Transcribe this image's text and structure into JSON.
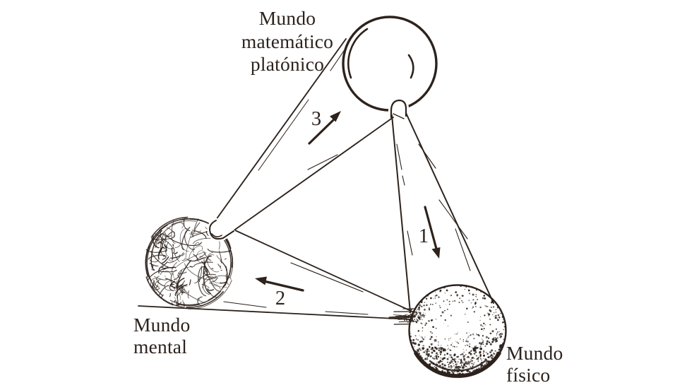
{
  "diagram": {
    "nodes": [
      {
        "id": "platonic",
        "label": "Mundo\nmatemático\nplatónico"
      },
      {
        "id": "mental",
        "label": "Mundo\nmental"
      },
      {
        "id": "physical",
        "label": "Mundo\nfísico"
      }
    ],
    "arrows": [
      {
        "label": "1",
        "from": "platonic",
        "to": "physical"
      },
      {
        "label": "2",
        "from": "physical",
        "to": "mental"
      },
      {
        "label": "3",
        "from": "mental",
        "to": "platonic"
      }
    ],
    "colors": {
      "ink": "#2d221c",
      "background": "#ffffff"
    }
  }
}
